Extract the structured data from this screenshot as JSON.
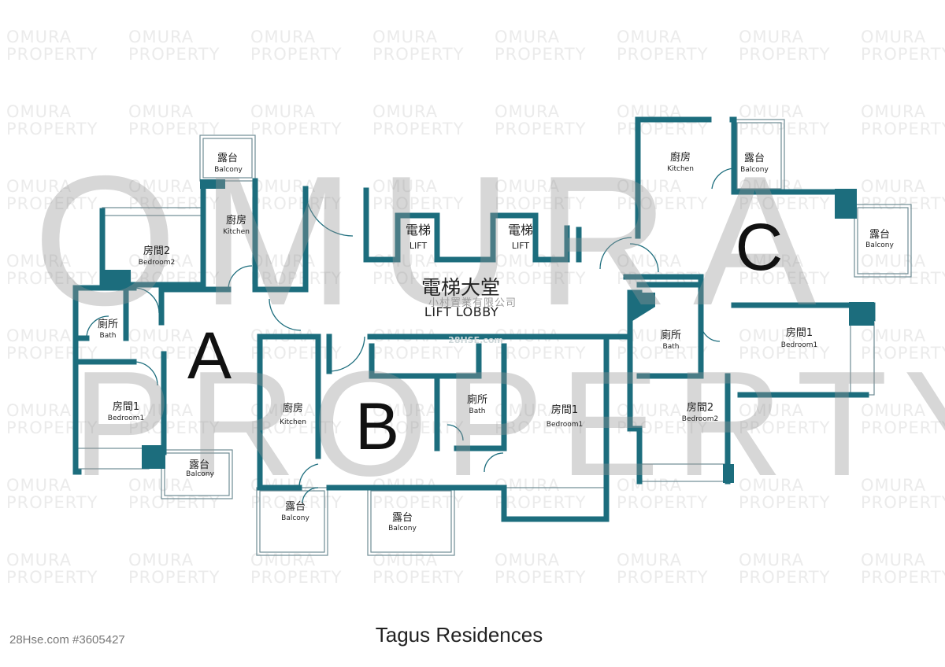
{
  "watermark": {
    "small_line1": "OMURA",
    "small_line2": "PROPERTY",
    "big_line1": "OMURA",
    "big_line2": "PROPERTY"
  },
  "lobby": {
    "cn": "電梯大堂",
    "en": "LIFT LOBBY",
    "lift_cn": "電梯",
    "lift_en": "LIFT",
    "company": "小村置業有限公司",
    "domain": "28HSE.com"
  },
  "units": {
    "a": {
      "letter": "A",
      "balcony_top": {
        "cn": "露台",
        "en": "Balcony"
      },
      "kitchen": {
        "cn": "廚房",
        "en": "Kitchen"
      },
      "bedroom2": {
        "cn": "房間2",
        "en": "Bedroom2"
      },
      "bath": {
        "cn": "廁所",
        "en": "Bath"
      },
      "bedroom1": {
        "cn": "房間1",
        "en": "Bedroom1"
      },
      "balcony_bottom": {
        "cn": "露台",
        "en": "Balcony"
      }
    },
    "b": {
      "letter": "B",
      "kitchen": {
        "cn": "廚房",
        "en": "Kitchen"
      },
      "bath": {
        "cn": "廁所",
        "en": "Bath"
      },
      "bedroom1": {
        "cn": "房間1",
        "en": "Bedroom1"
      },
      "balcony_left": {
        "cn": "露台",
        "en": "Balcony"
      },
      "balcony_right": {
        "cn": "露台",
        "en": "Balcony"
      }
    },
    "c": {
      "letter": "C",
      "kitchen": {
        "cn": "廚房",
        "en": "Kitchen"
      },
      "balcony_top": {
        "cn": "露台",
        "en": "Balcony"
      },
      "balcony_right": {
        "cn": "露台",
        "en": "Balcony"
      },
      "bath": {
        "cn": "廁所",
        "en": "Bath"
      },
      "bedroom1": {
        "cn": "房間1",
        "en": "Bedroom1"
      },
      "bedroom2": {
        "cn": "房間2",
        "en": "Bedroom2"
      }
    }
  },
  "footer": {
    "title": "Tagus Residences",
    "listing": "28Hse.com #3605427"
  },
  "colors": {
    "wall": "#1c6d7d",
    "balcony_line": "#6f8c94",
    "watermark": "#ebebeb"
  }
}
